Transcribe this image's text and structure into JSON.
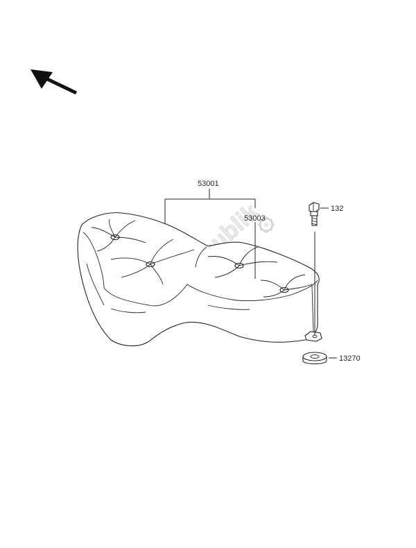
{
  "diagram": {
    "parts": [
      {
        "id": "53001"
      },
      {
        "id": "53003"
      },
      {
        "id": "132"
      },
      {
        "id": "13270"
      }
    ],
    "watermark": "PartsRepublik",
    "icons": [
      "direction-arrow-icon",
      "gear-icon"
    ]
  }
}
